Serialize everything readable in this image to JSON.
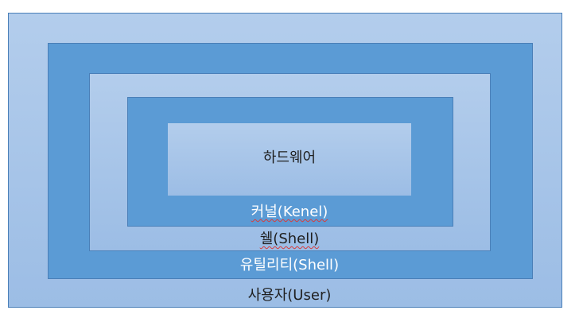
{
  "diagram": {
    "layers": {
      "user": {
        "label": "사용자(User)"
      },
      "utility": {
        "label": "유틸리티(Shell)"
      },
      "shell": {
        "label": "쉘(Shell)"
      },
      "kernel": {
        "label": "커널(Kenel)"
      },
      "hardware": {
        "label": "하드웨어"
      }
    },
    "colors": {
      "light_fill": "#a9c6ea",
      "dark_fill": "#5b9bd5",
      "border": "#4a7fb8",
      "spellcheck_underline": "#d83b3b"
    }
  }
}
